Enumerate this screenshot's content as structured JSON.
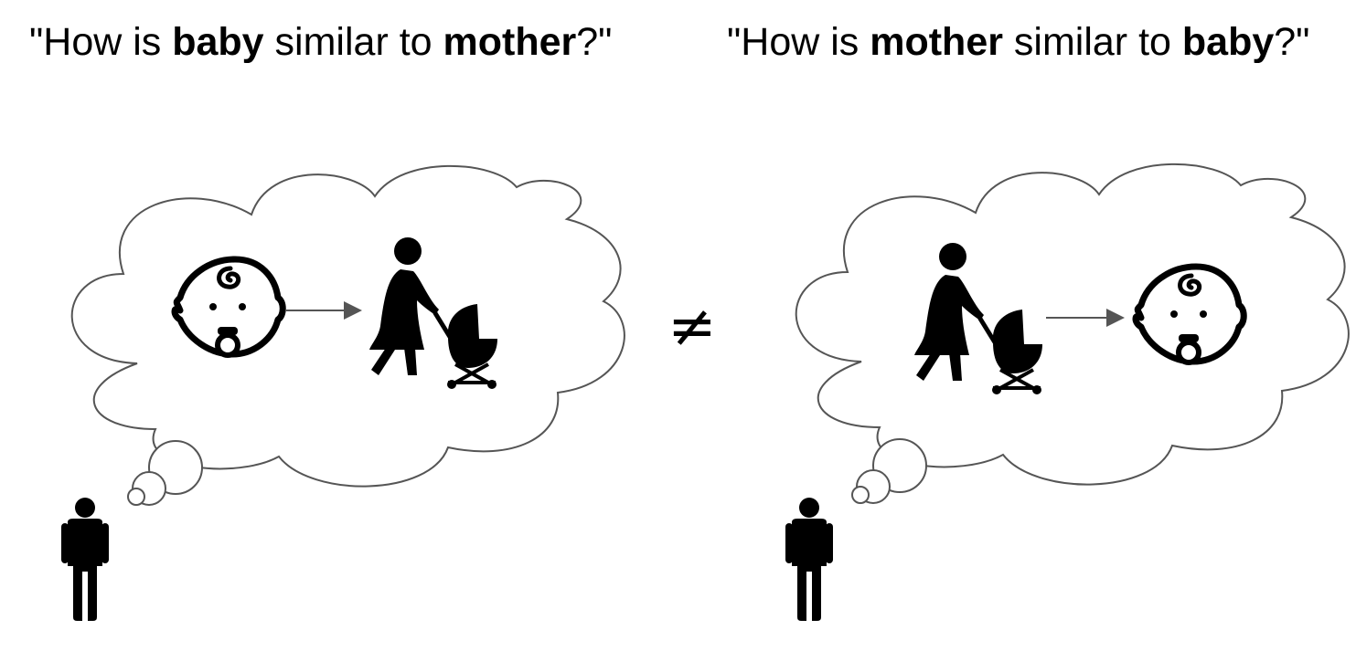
{
  "left_question": {
    "part1": "\"How is ",
    "term1": "baby",
    "part2": " similar to ",
    "term2": "mother",
    "part3": "?\""
  },
  "right_question": {
    "part1": "\"How is ",
    "term1": "mother",
    "part2": " similar to ",
    "term2": "baby",
    "part3": "?\""
  },
  "relation_symbol": "≠",
  "colors": {
    "outline": "#555555",
    "icon": "#000000",
    "background": "#ffffff"
  }
}
